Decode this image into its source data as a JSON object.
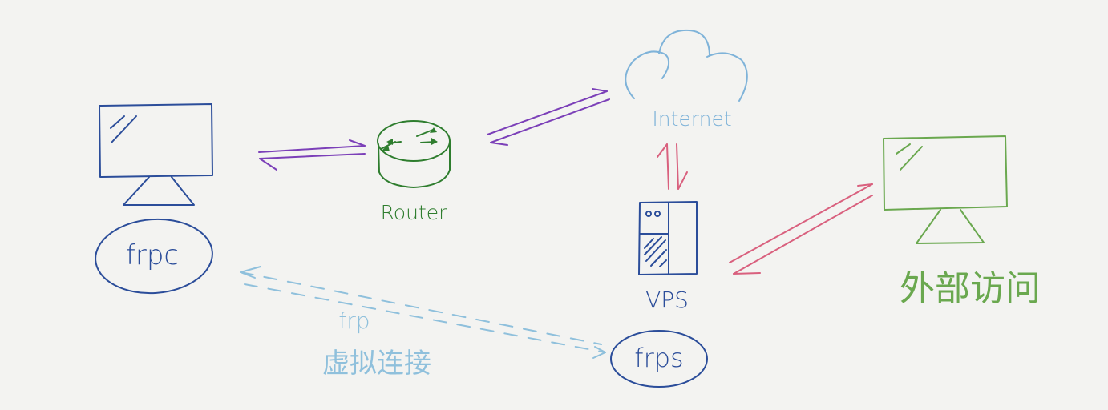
{
  "colors": {
    "background": "#f3f3f1",
    "frpc_client": "#2b4d9a",
    "router": "#2e7d2e",
    "lan_link": "#7b3fb8",
    "internet": "#7fb3d9",
    "public_link": "#d9607e",
    "vps": "#2b4d9a",
    "external": "#6aa84f",
    "virtual_link": "#8fc0dc"
  },
  "nodes": {
    "client": {
      "icon": "monitor-icon",
      "label": "frpc"
    },
    "router": {
      "icon": "router-icon",
      "label": "Router"
    },
    "internet": {
      "icon": "cloud-icon",
      "label": "Internet"
    },
    "vps": {
      "icon": "server-icon",
      "label": "VPS",
      "service_label": "frps"
    },
    "external": {
      "icon": "monitor-icon",
      "label": "外部访问"
    }
  },
  "edges": {
    "client_router": {
      "style": "solid",
      "direction": "bidirectional"
    },
    "router_internet": {
      "style": "solid",
      "direction": "bidirectional"
    },
    "internet_vps": {
      "style": "solid",
      "direction": "bidirectional"
    },
    "vps_external": {
      "style": "solid",
      "direction": "bidirectional"
    },
    "frp_virtual": {
      "style": "dashed",
      "direction": "bidirectional",
      "label_line1": "frp",
      "label_line2": "虚拟连接"
    }
  }
}
